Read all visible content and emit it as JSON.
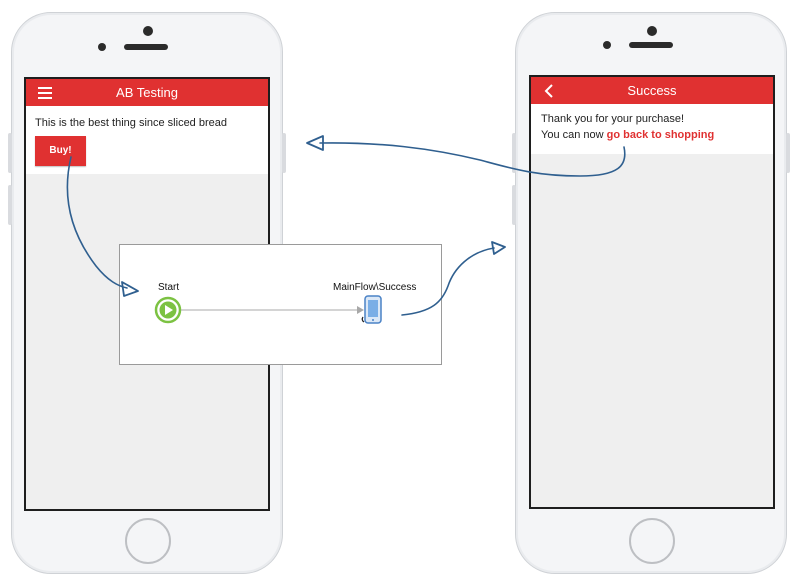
{
  "left_phone": {
    "header_title": "AB Testing",
    "tagline": "This is the best thing since sliced bread",
    "buy_label": "Buy!"
  },
  "right_phone": {
    "header_title": "Success",
    "thanks_text": "Thank you for your purchase!",
    "continue_text": "You can now ",
    "link_text": "go back to shopping"
  },
  "flow": {
    "start_label": "Start",
    "end_label": "MainFlow\\Success"
  },
  "colors": {
    "accent": "#e03131",
    "connector": "#2f5f8f",
    "start_node": "#7cc242"
  },
  "icons": [
    "menu-icon",
    "back-chevron-icon",
    "play-icon",
    "mobile-screen-icon"
  ]
}
